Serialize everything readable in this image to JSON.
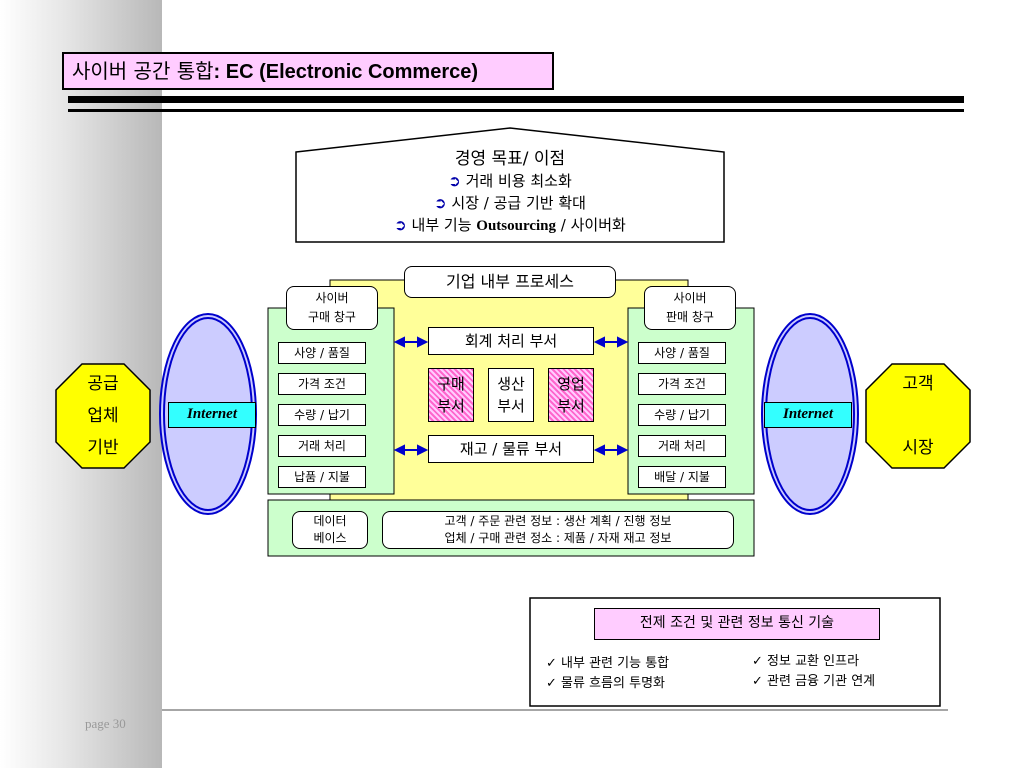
{
  "title": {
    "prefix": "사이버 공간 통합",
    "main": ": EC (Electronic Commerce)"
  },
  "goals": {
    "title": "경영 목표/ 이점",
    "items": [
      "거래 비용 최소화",
      "시장 / 공급 기반 확대"
    ],
    "item3_prefix": "내부 기능 ",
    "item3_term": "Outsourcing",
    "item3_suffix": " / 사이버화"
  },
  "internal": {
    "title": "기업 내부 프로세스",
    "accounting": "회계 처리 부서",
    "inventory": "재고  / 물류 부서",
    "purchase": [
      "구매",
      "부서"
    ],
    "production": [
      "생산",
      "부서"
    ],
    "sales": [
      "영업",
      "부서"
    ]
  },
  "left_window": {
    "title": [
      "사이버",
      "구매 창구"
    ],
    "items": [
      "사양 / 품질",
      "가격 조건",
      "수량 / 납기",
      "거래 처리",
      "납품 / 지불"
    ]
  },
  "right_window": {
    "title": [
      "사이버",
      "판매 창구"
    ],
    "items": [
      "사양 / 품질",
      "가격 조건",
      "수량 / 납기",
      "거래 처리",
      "배달 / 지불"
    ]
  },
  "internet_label": "Internet",
  "supplier": [
    "공급",
    "업체",
    "기반"
  ],
  "customer": [
    "고객",
    "시장"
  ],
  "database": {
    "label": [
      "데이터",
      "베이스"
    ],
    "lines": [
      "고객 / 주문 관련 정보 : 생산  계획 / 진행 정보",
      "업체 / 구매 관련 정소 : 제품 / 자재 재고 정보"
    ]
  },
  "conditions": {
    "title": "전제 조건 및 관련 정보 통신 기술",
    "left": [
      "내부 관련 기능 통합",
      "물류 흐름의 투명화"
    ],
    "right": [
      "정보 교환 인프라",
      "관련 금융 기관 연계"
    ]
  },
  "footer": "page  30",
  "colors": {
    "pink": "#ffccff",
    "yellow": "#ffff00",
    "pale_yellow": "#ffff99",
    "pale_green": "#ccffcc",
    "cyan": "#33ffff",
    "blue": "#0000cc",
    "lavender": "#ccccff"
  }
}
